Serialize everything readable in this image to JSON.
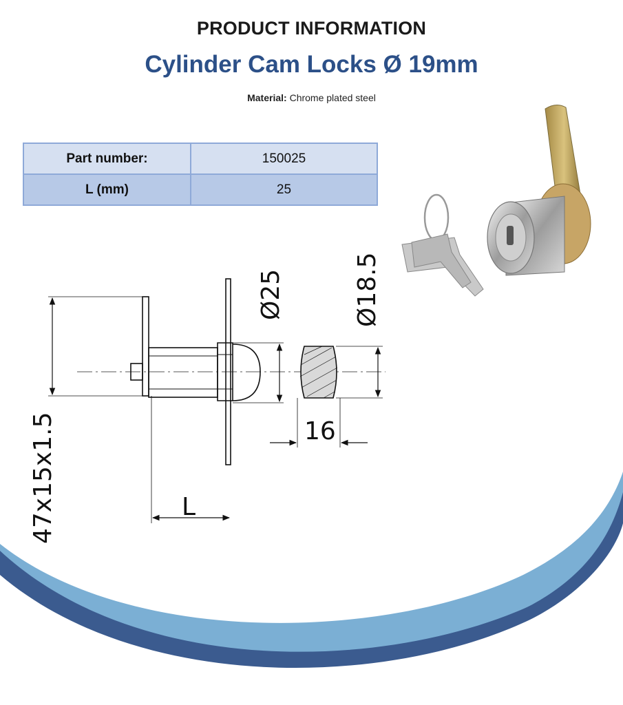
{
  "header": {
    "title": "PRODUCT INFORMATION",
    "subtitle": "Cylinder Cam Locks Ø 19mm"
  },
  "material": {
    "label": "Material:",
    "value": "Chrome plated steel"
  },
  "spec_table": {
    "rows": [
      {
        "label": "Part number:",
        "value": "150025"
      },
      {
        "label": "L (mm)",
        "value": "25"
      }
    ]
  },
  "drawing": {
    "dim_d25": "Ø25",
    "dim_d18_5": "Ø18.5",
    "dim_16": "16",
    "dim_thread": "47x15x1.5",
    "dim_L": "L"
  },
  "colors": {
    "title_blue": "#2c5088",
    "table_border": "#8ea9d8",
    "row1_bg": "#d6e0f1",
    "row2_bg": "#b7c9e7",
    "wave_dark": "#3b5b8f",
    "wave_light": "#7bafd4"
  }
}
